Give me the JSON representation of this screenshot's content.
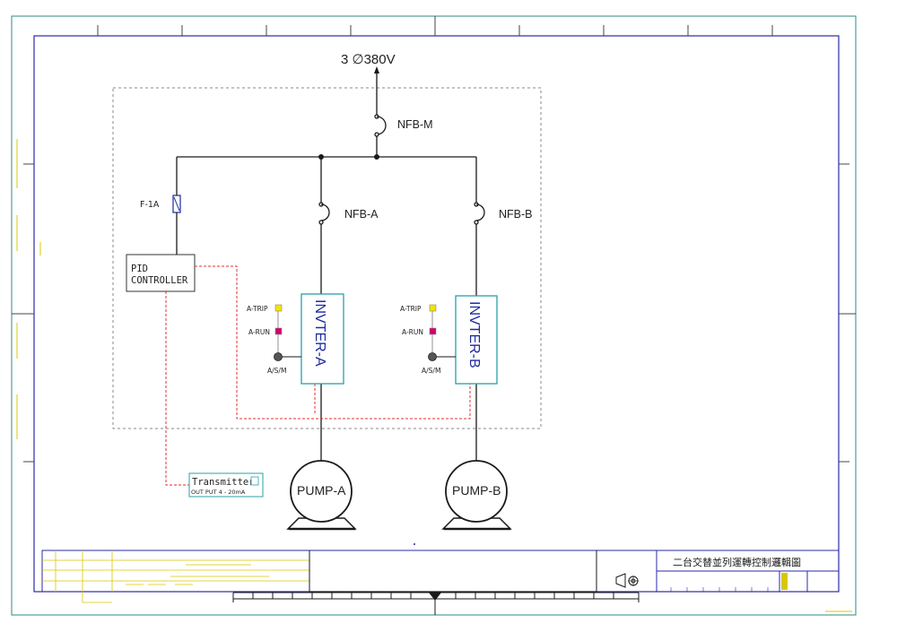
{
  "supply": {
    "label": "3 ∅380V"
  },
  "breakers": {
    "main": "NFB-M",
    "a": "NFB-A",
    "b": "NFB-B"
  },
  "fuse": {
    "label": "F-1A"
  },
  "pid": {
    "line1": "PID",
    "line2": "CONTROLLER"
  },
  "inverters": {
    "a": {
      "label": "INVTER-A",
      "trip": "A-TRIP",
      "run": "A-RUN",
      "selector": "A/S/M"
    },
    "b": {
      "label": "INVTER-B",
      "trip": "A-TRIP",
      "run": "A-RUN",
      "selector": "A/S/M"
    }
  },
  "pumps": {
    "a": "PUMP-A",
    "b": "PUMP-B"
  },
  "transmitter": {
    "title": "Transmitter",
    "output": "OUT PUT 4 - 20mA"
  },
  "title_block": {
    "drawing_title": "二台交替並列運轉控制邏輯圖"
  },
  "colors": {
    "frame": "#2a2aa8",
    "outer_frame": "#2e8b82",
    "wire": "#1a1a1a",
    "signal": "#e03030",
    "panel_dash": "#888888",
    "inverter_border": "#28a0a8",
    "inverter_text": "#1a2a9c",
    "trip_lamp": "#f2e600",
    "run_lamp": "#d4006e",
    "titleblock_yellow": "#d8c800"
  }
}
